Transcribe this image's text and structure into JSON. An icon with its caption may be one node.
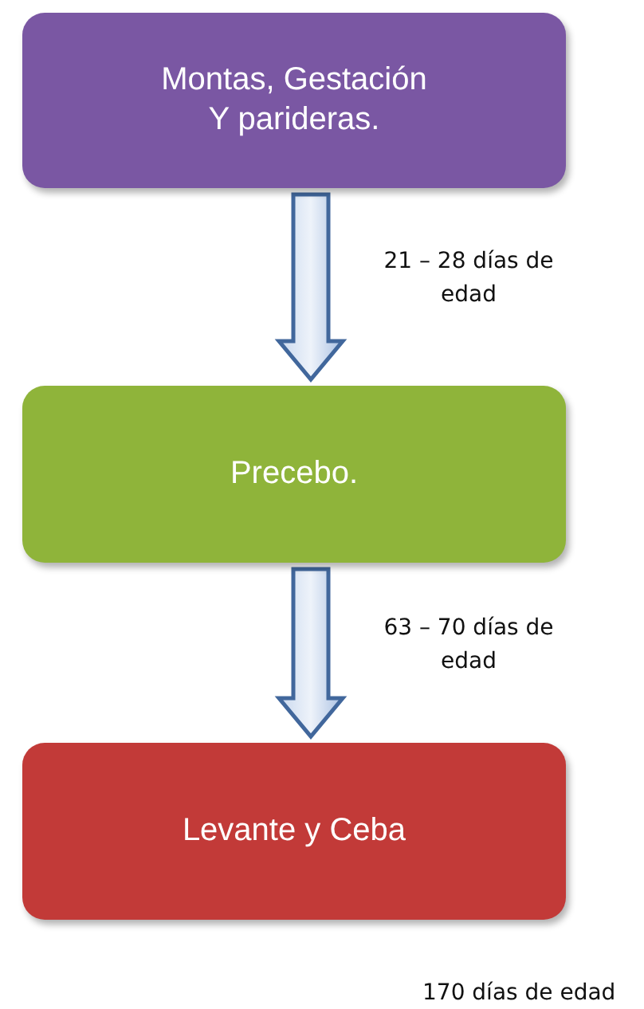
{
  "diagram": {
    "nodes": [
      {
        "text": [
          "Montas, Gestación Y parideras."
        ]
      },
      {
        "text": [
          "Precebo."
        ]
      },
      {
        "text": [
          "Levante y Ceba"
        ],
        "beside": [
          "170 días de edad"
        ]
      }
    ],
    "edges": [
      {
        "from": 0,
        "to": 1,
        "arrow": "to",
        "label": "21 – 28 días de edad"
      },
      {
        "from": 1,
        "to": 2,
        "arrow": "to",
        "label": "63 – 70 días de edad"
      }
    ]
  }
}
